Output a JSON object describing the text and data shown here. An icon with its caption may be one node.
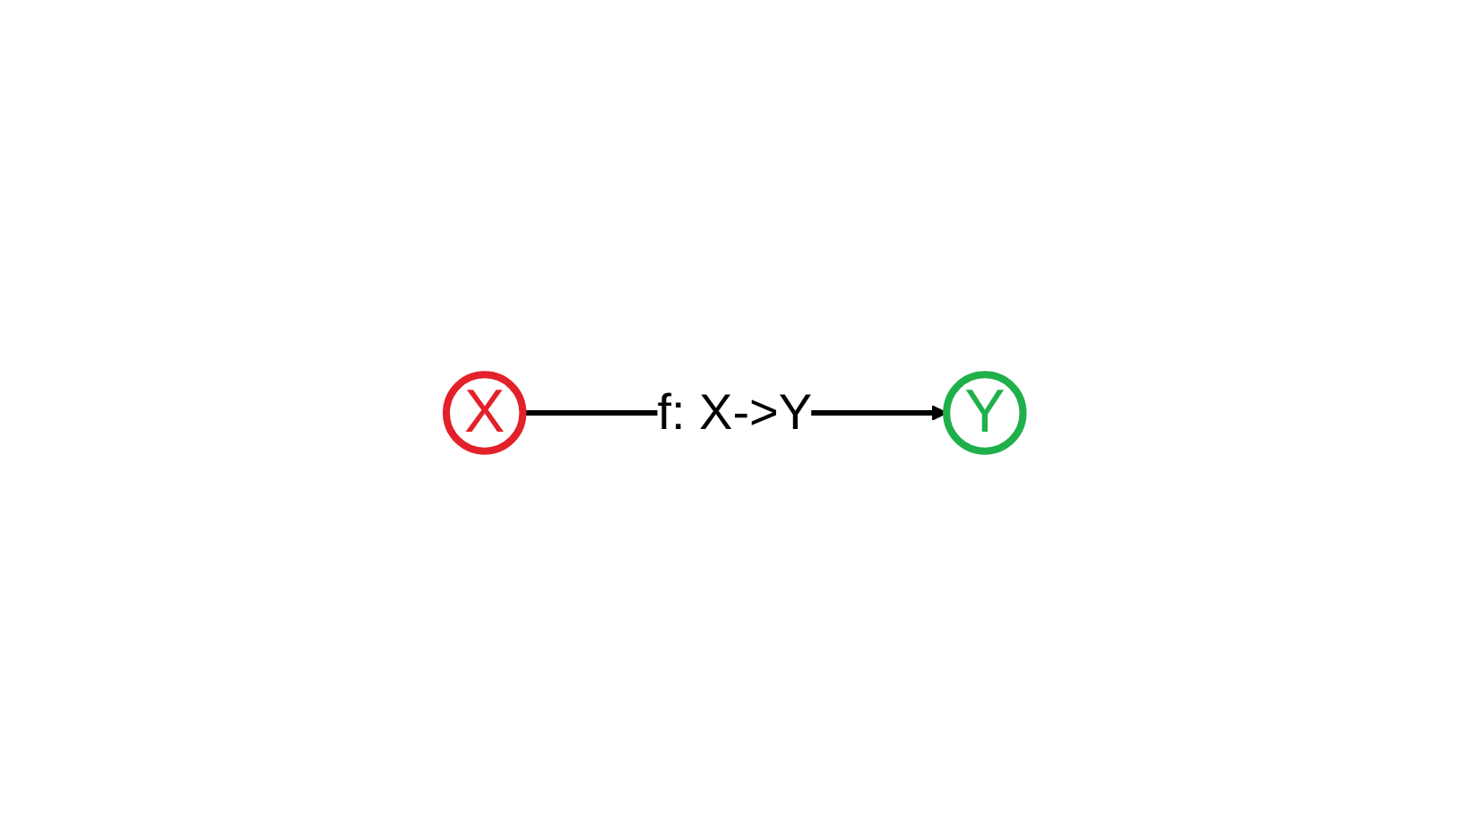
{
  "diagram": {
    "nodes": [
      {
        "text": [
          "X"
        ]
      },
      {
        "text": [
          "Y"
        ]
      }
    ],
    "edges": [
      {
        "from": 0,
        "to": 1,
        "arrow": "to",
        "label": "f: X->Y"
      }
    ]
  }
}
